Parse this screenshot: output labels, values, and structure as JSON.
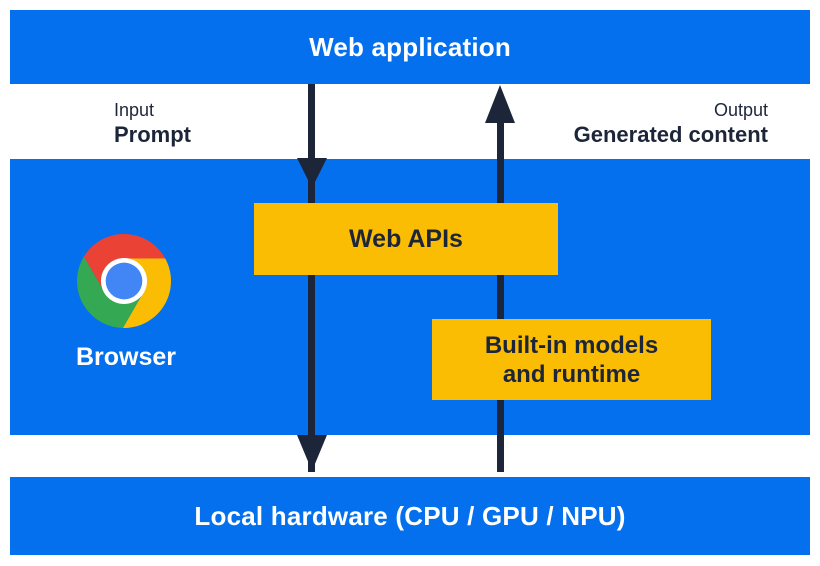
{
  "colors": {
    "panel_blue": "#0470ee",
    "accent_yellow": "#fbbc04",
    "ink_navy": "#1d2639",
    "text_white": "#ffffff",
    "chrome_red": "#ea4335",
    "chrome_yellow": "#fbbc04",
    "chrome_green": "#34a853",
    "chrome_blue": "#4285f4"
  },
  "top_bar": {
    "label": "Web application"
  },
  "io_labels": {
    "input_caption": "Input",
    "input_value": "Prompt",
    "output_caption": "Output",
    "output_value": "Generated content"
  },
  "browser_panel": {
    "browser_label": "Browser",
    "web_apis_label": "Web APIs",
    "builtin_models_line1": "Built-in models",
    "builtin_models_line2": "and runtime",
    "logo_icon": "chrome-logo-icon"
  },
  "bottom_bar": {
    "label": "Local hardware (CPU / GPU / NPU)"
  }
}
